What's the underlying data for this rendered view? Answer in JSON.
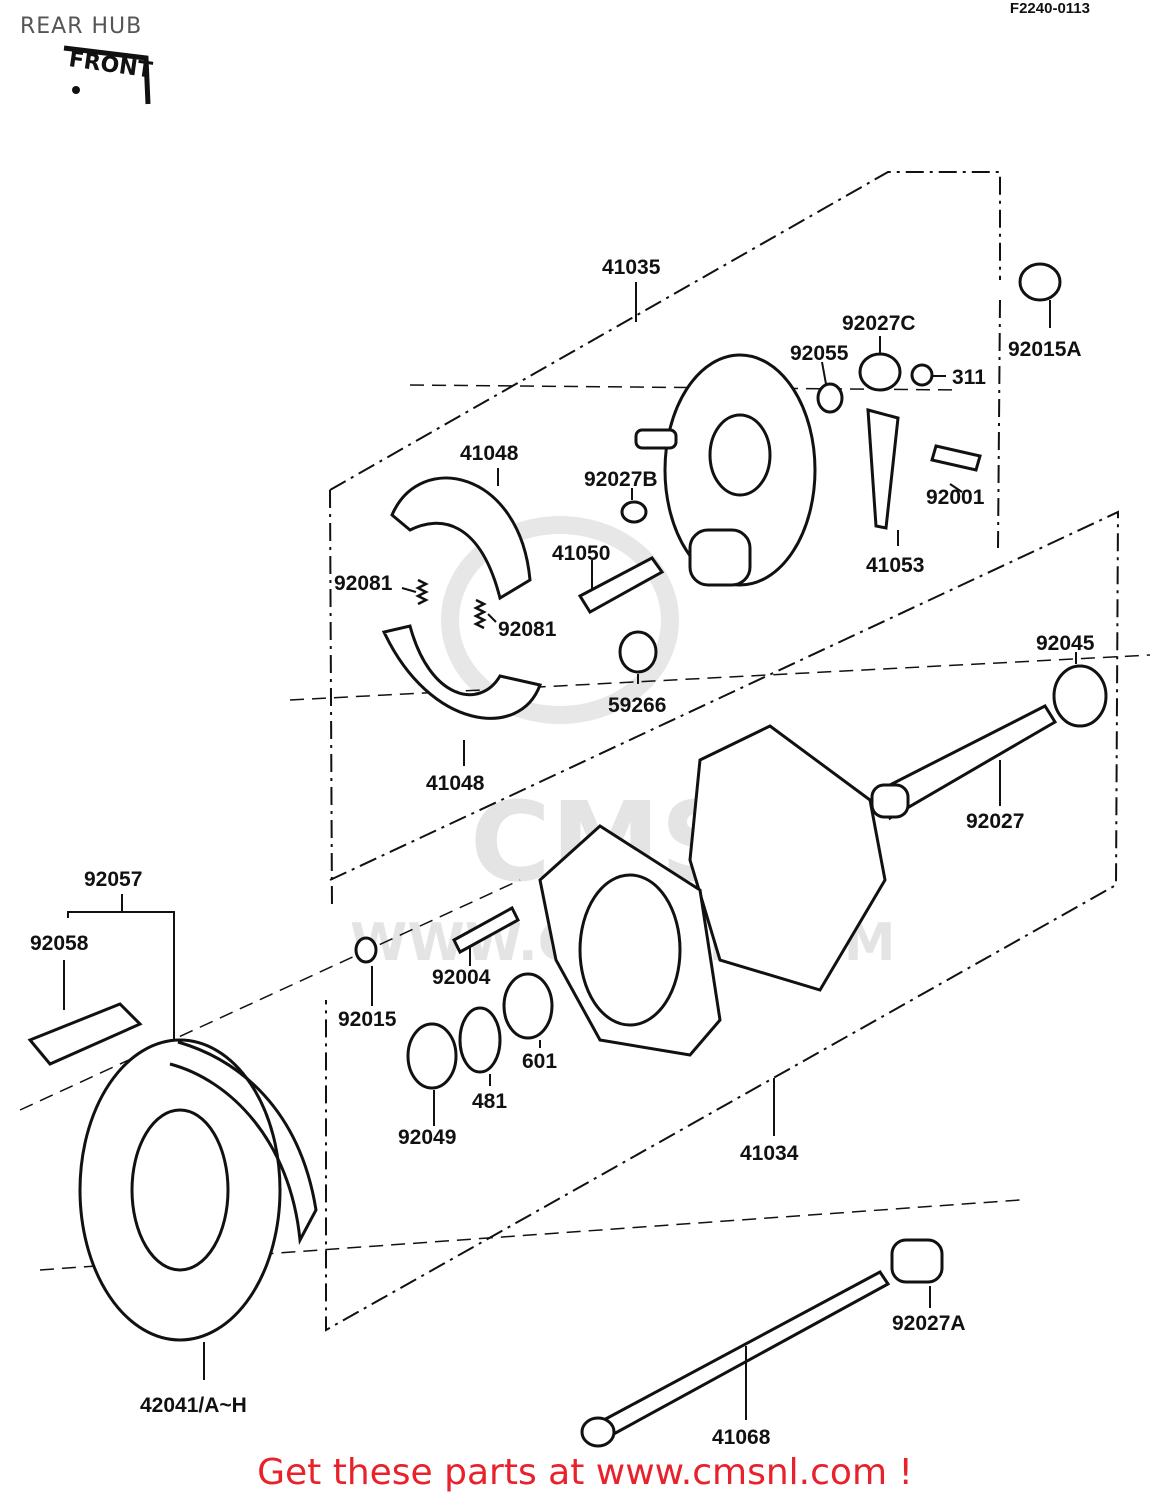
{
  "header": {
    "title": "REAR HUB",
    "code": "F2240-0113",
    "front_label": "FRONT"
  },
  "watermark": {
    "logo": "CMS",
    "url": "WWW.CMSNL.COM"
  },
  "parts": {
    "p41035": "41035",
    "p92015A": "92015A",
    "p92027C": "92027C",
    "p92055": "92055",
    "p311": "311",
    "p41048_top": "41048",
    "p92027B": "92027B",
    "p92001": "92001",
    "p41050": "41050",
    "p41053": "41053",
    "p92081_left": "92081",
    "p92081_right": "92081",
    "p92045": "92045",
    "p59266": "59266",
    "p41048_bottom": "41048",
    "p92027": "92027",
    "p92057": "92057",
    "p92058": "92058",
    "p92004": "92004",
    "p92015": "92015",
    "p601": "601",
    "p481": "481",
    "p92049": "92049",
    "p41034": "41034",
    "p92027A": "92027A",
    "p42041": "42041/A~H",
    "p41068": "41068"
  },
  "footer": {
    "link_text": "Get these parts at www.cmsnl.com !",
    "link_color": "#e8212b"
  }
}
